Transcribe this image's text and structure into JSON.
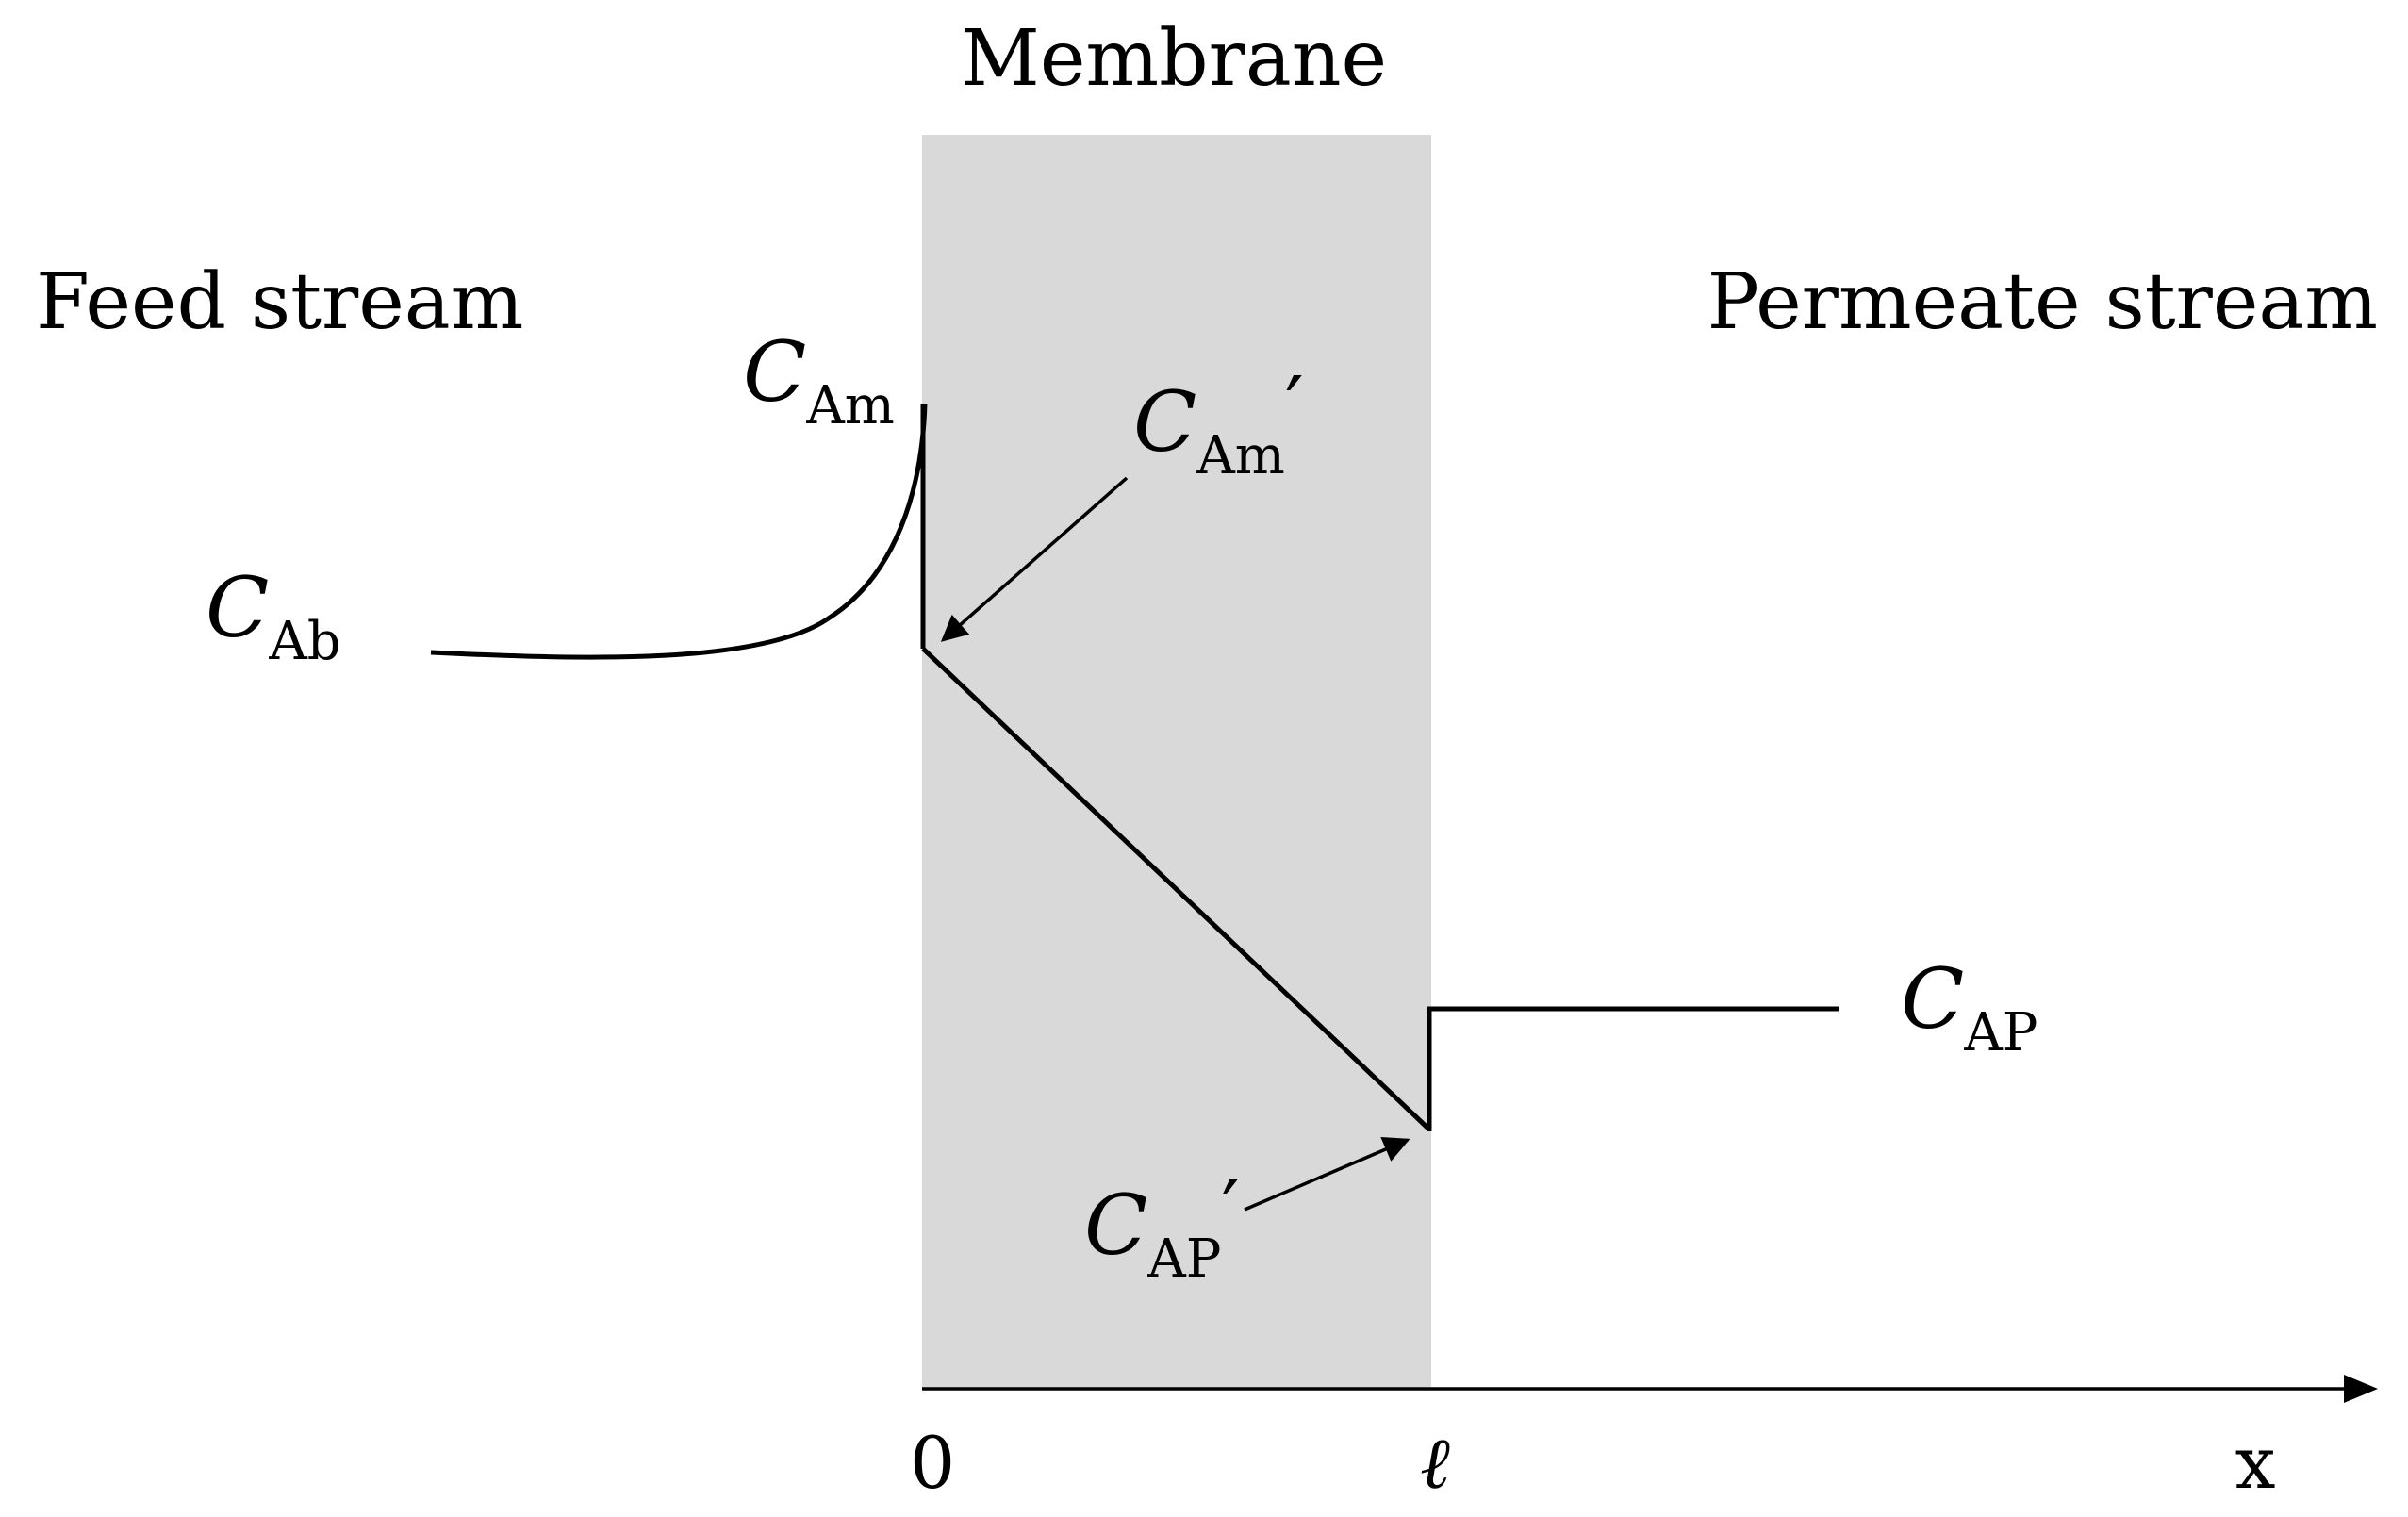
{
  "regions": {
    "membrane": "Membrane",
    "feed": "Feed stream",
    "permeate": "Permeate stream"
  },
  "concentrations": {
    "c_am": {
      "main": "C",
      "sub": "Am",
      "prime": ""
    },
    "c_am_prime": {
      "main": "C",
      "sub": "Am",
      "prime": "′"
    },
    "c_ab": {
      "main": "C",
      "sub": "Ab",
      "prime": ""
    },
    "c_ap": {
      "main": "C",
      "sub": "AP",
      "prime": ""
    },
    "c_ap_prime": {
      "main": "C",
      "sub": "AP",
      "prime": "′"
    }
  },
  "axis": {
    "origin_label": "0",
    "thickness_label": "ℓ",
    "x_label": "x"
  },
  "colors": {
    "membrane_fill": "#d9d9d9",
    "line": "#000000"
  }
}
